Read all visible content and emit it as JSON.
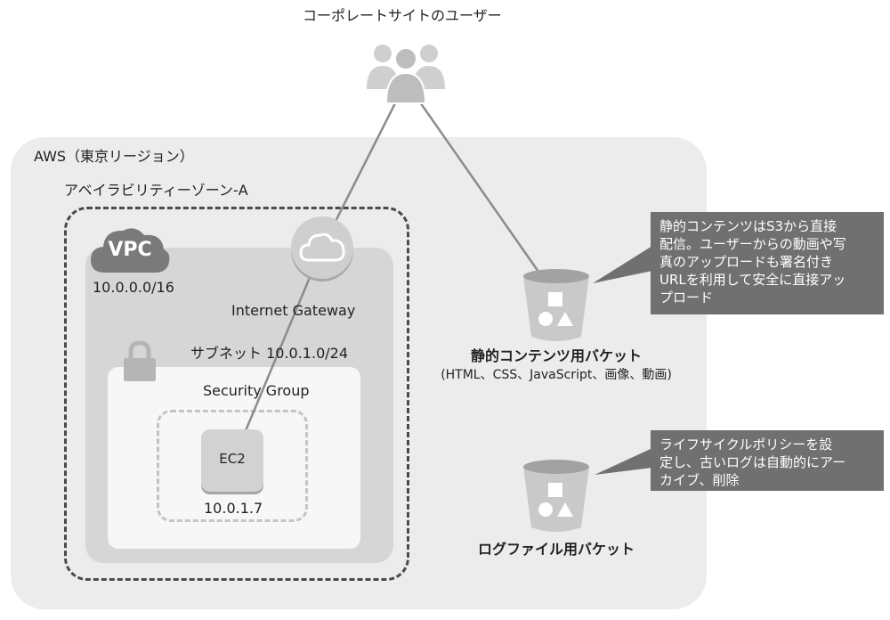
{
  "users_label": "コーポレートサイトのユーザー",
  "aws_region_label": "AWS（東京リージョン）",
  "az_label": "アベイラビリティーゾーン-A",
  "vpc": {
    "badge": "VPC",
    "cidr": "10.0.0.0/16"
  },
  "igw_label": "Internet Gateway",
  "subnet_label": "サブネット 10.0.1.0/24",
  "sg_label": "Security Group",
  "ec2": {
    "label": "EC2",
    "ip": "10.0.1.7"
  },
  "static_bucket": {
    "label": "静的コンテンツ用バケット",
    "sublabel": "(HTML、CSS、JavaScript、画像、動画)"
  },
  "log_bucket": {
    "label": "ログファイル用バケット"
  },
  "callout_static": "静的コンテンツはS3から直接\n配信。ユーザーからの動画や写\n真のアップロードも署名付き\nURLを利用して安全に直接アッ\nプロード",
  "callout_log": "ライフサイクルポリシーを設\n定し、古いログは自動的にアー\nカイブ、削除",
  "colors": {
    "region_bg": "#ececec",
    "vpc_bg": "#d6d6d6",
    "callout_bg": "#707070",
    "icon_gray": "#8a8a8a"
  },
  "icons": [
    "users-icon",
    "cloud-icon",
    "vpc-cloud-icon",
    "lock-icon",
    "bucket-icon"
  ]
}
